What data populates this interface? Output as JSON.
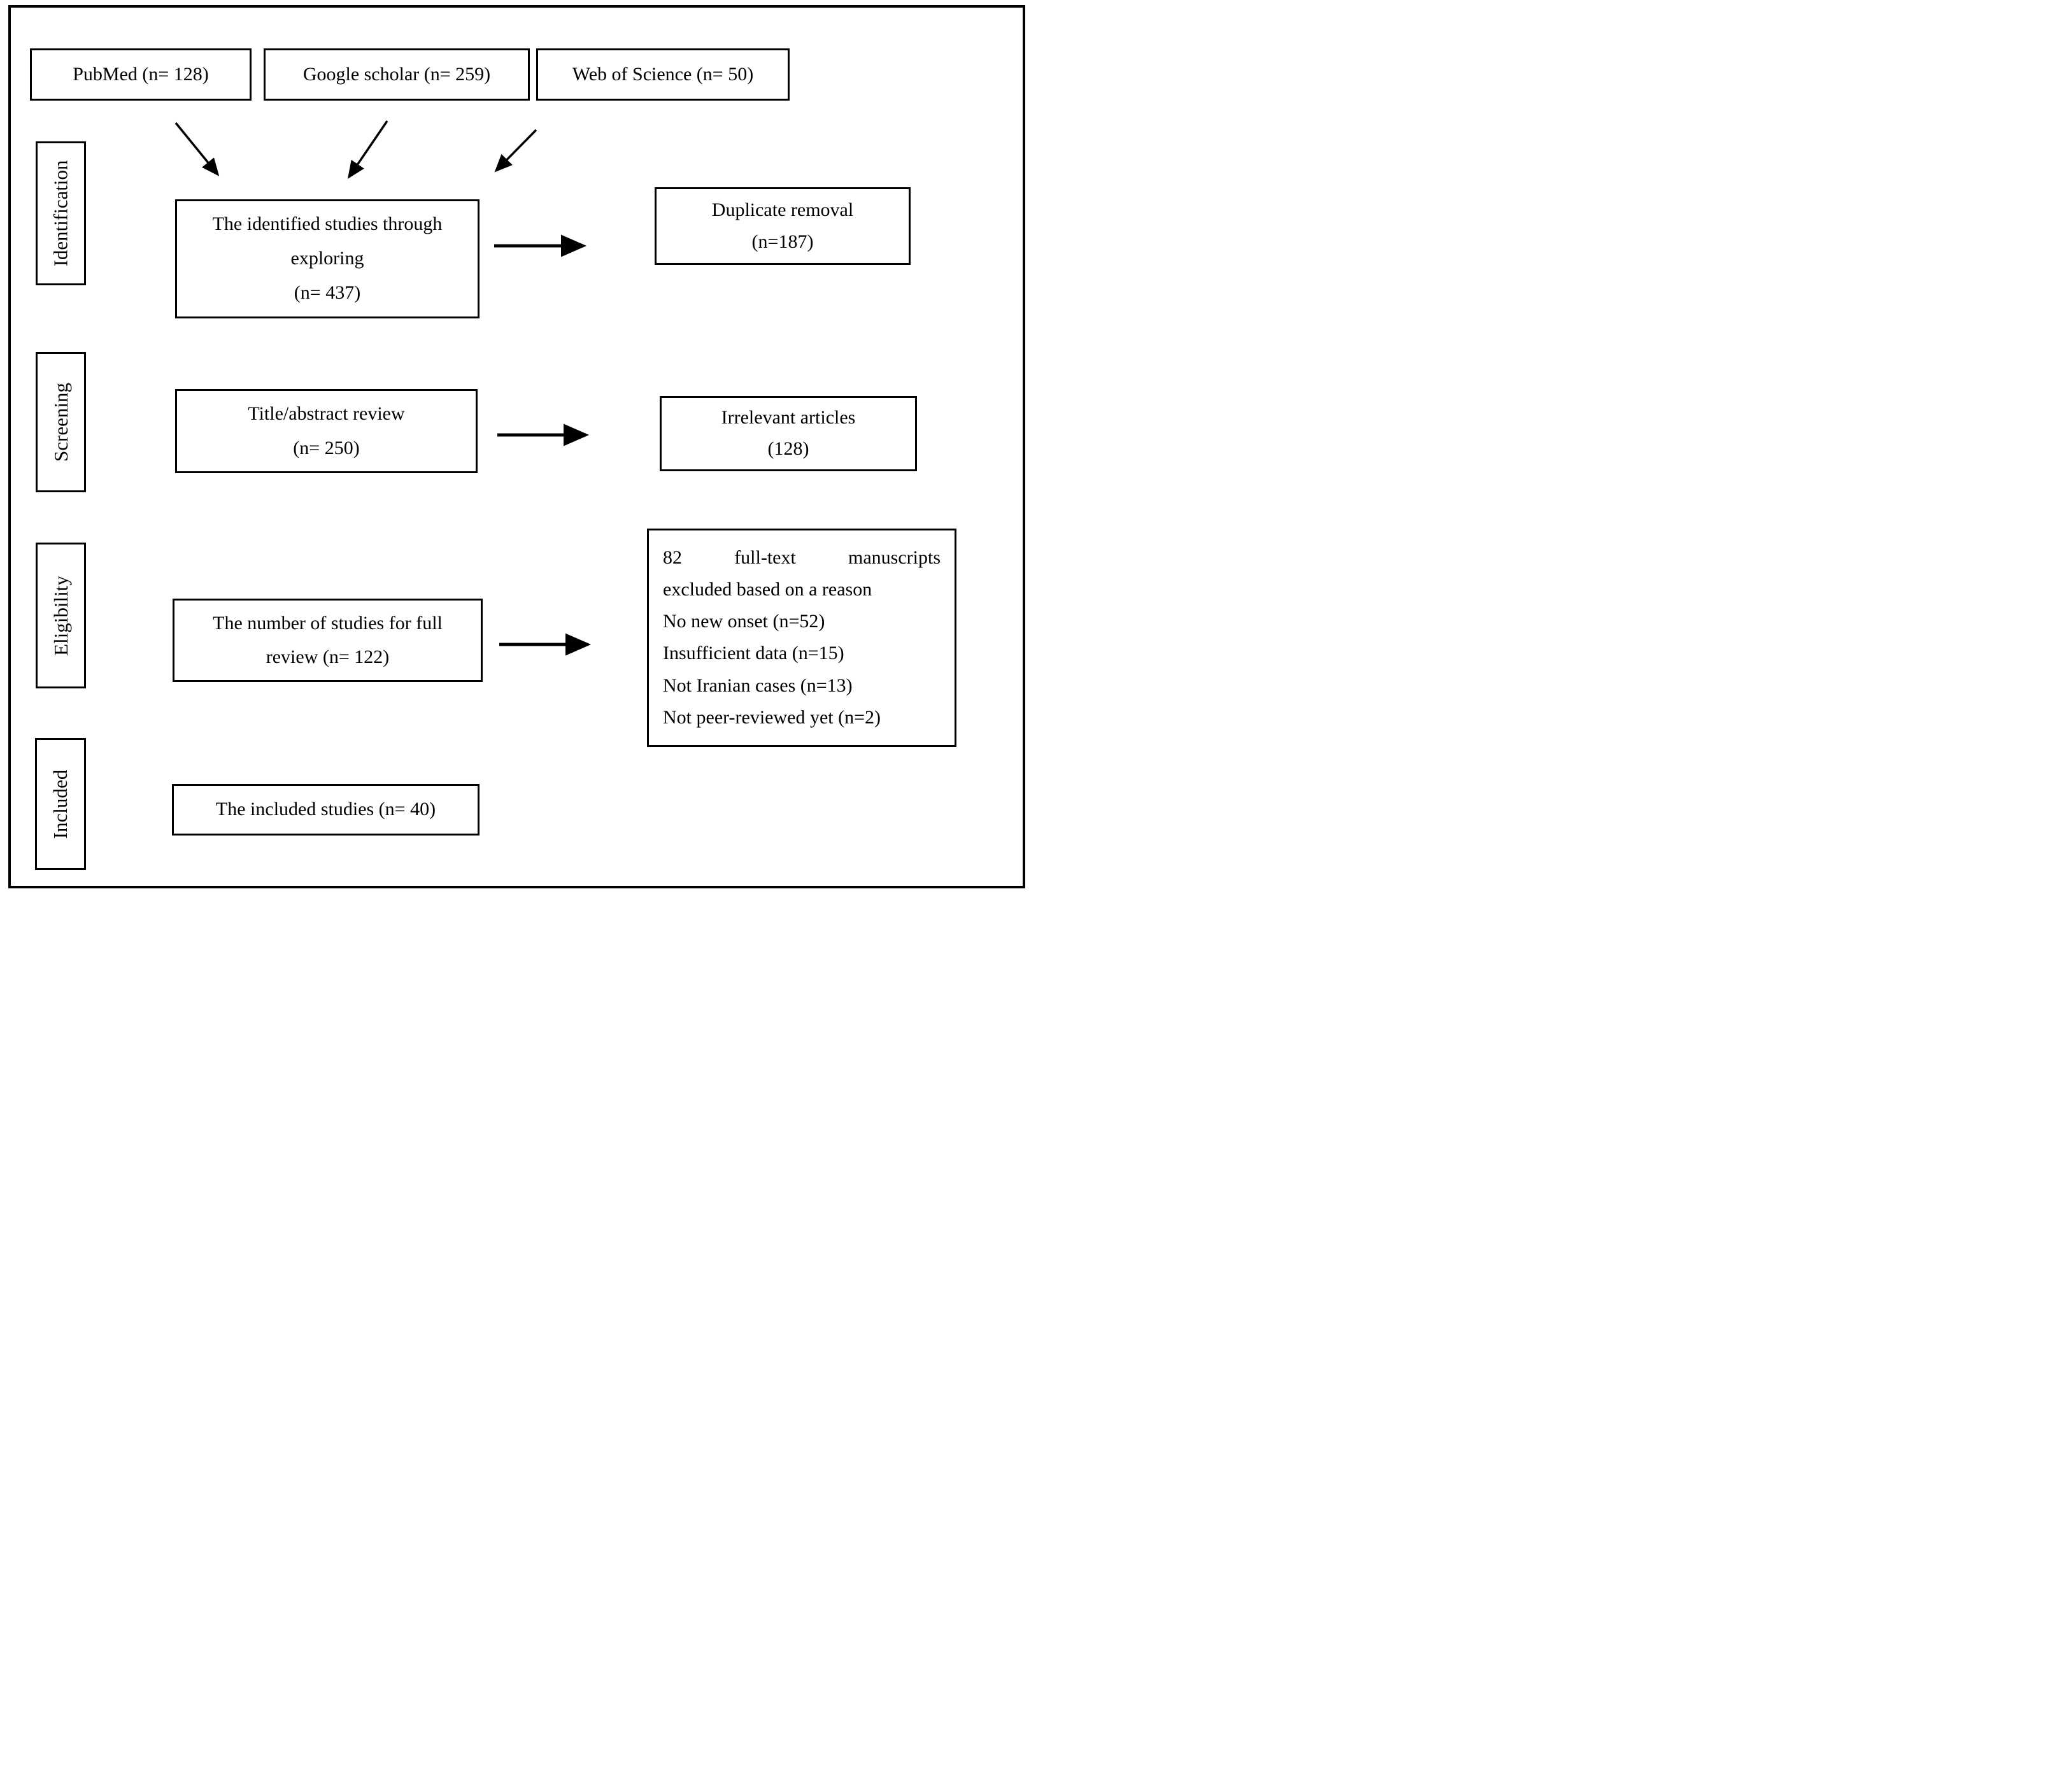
{
  "sources": {
    "pubmed": "PubMed (n= 128)",
    "google_scholar": "Google scholar (n= 259)",
    "web_of_science": "Web of Science (n= 50)"
  },
  "stage_labels": {
    "identification": "Identification",
    "screening": "Screening",
    "eligibility": "Eligibility",
    "included": "Included"
  },
  "identified_box": {
    "line1": "The identified studies through",
    "line2": "exploring",
    "line3": "(n= 437)"
  },
  "duplicate_box": {
    "line1": "Duplicate removal",
    "line2": "(n=187)"
  },
  "title_abstract_box": {
    "line1": "Title/abstract review",
    "line2": "(n= 250)"
  },
  "irrelevant_box": {
    "line1": "Irrelevant articles",
    "line2": "(128)"
  },
  "full_review_box": {
    "line1": "The number of studies for full",
    "line2": "review (n= 122)"
  },
  "exclusion_box": {
    "word1": "82",
    "word2": "full-text",
    "word3": "manuscripts",
    "line2": "excluded based on a reason",
    "line3": "No new onset (n=52)",
    "line4": "Insufficient data (n=15)",
    "line5": "Not Iranian cases (n=13)",
    "line6": "Not peer-reviewed yet (n=2)"
  },
  "included_box": {
    "line1": "The included studies (n= 40)"
  },
  "colors": {
    "ink": "#000000",
    "background": "#ffffff"
  }
}
